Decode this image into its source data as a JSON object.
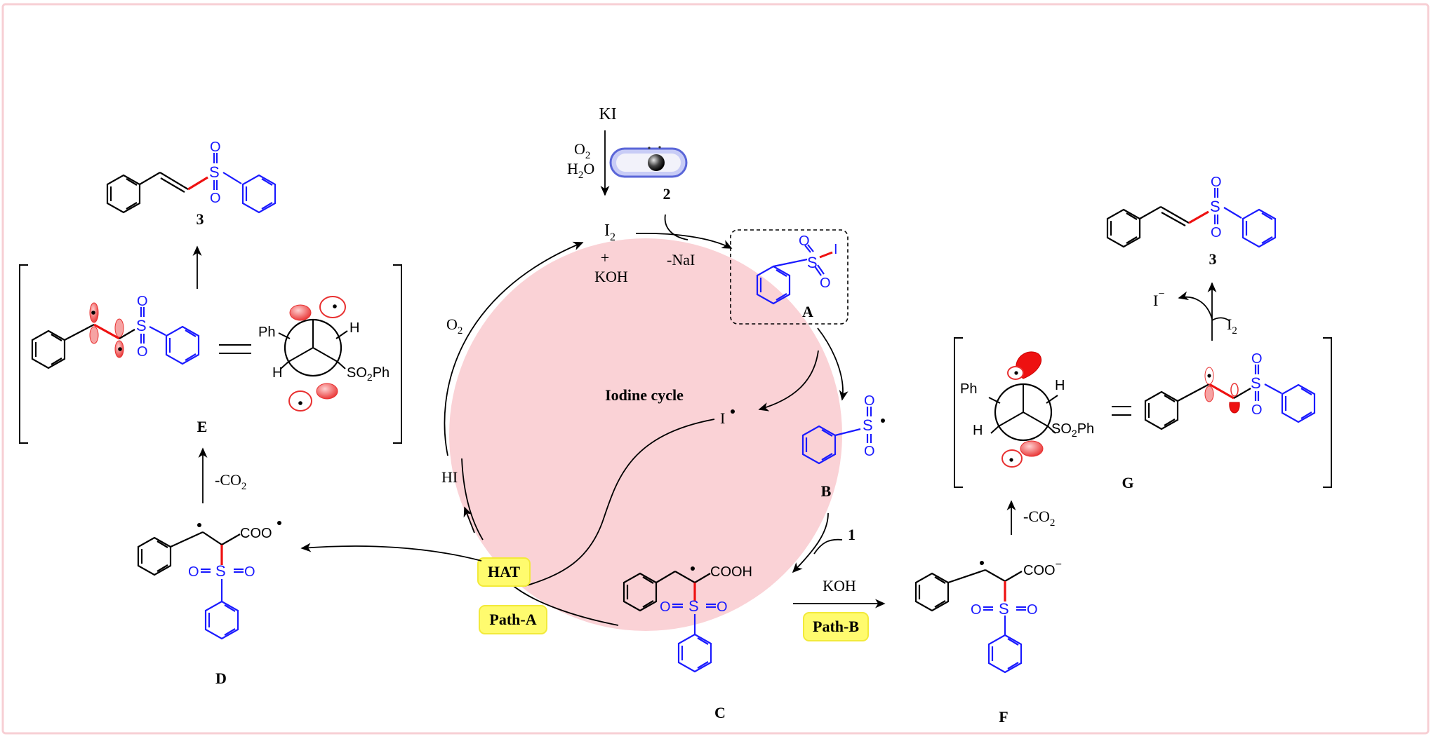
{
  "colors": {
    "frame": "#f7cfd4",
    "cycle_fill": "#fad2d6",
    "chain": "#000000",
    "sulfonyl_blue": "#1a1aff",
    "new_bond_red": "#ee1111",
    "orbital_red": "#ee2222",
    "highlight_yellow": "#fffb6e",
    "highlight_border": "#f2ea3a"
  },
  "icons": [
    "ball-mill-jar-icon",
    "benzene-ring-icon",
    "radical-dot-icon",
    "p-orbital-lobe-icon",
    "newman-projection-icon"
  ],
  "reagents": {
    "ki": "KI",
    "o2": "O",
    "o2_sub": "2",
    "h2o": "H",
    "h2o_sub": "2",
    "h2o_end": "O",
    "compound_2": "2",
    "i2": "I",
    "i2_sub": "2",
    "plus": "+",
    "koh": "KOH",
    "nai": "-NaI",
    "oxygen": "O",
    "oxygen_sub": "2",
    "hi": "HI",
    "i_radical": "I",
    "compound_1": "1",
    "koh_b": "KOH",
    "co2_left": "-CO",
    "co2_left_sub": "2",
    "co2_right": "-CO",
    "co2_right_sub": "2",
    "i_minus": "I",
    "i_minus_sup": "−",
    "i2_right": "I",
    "i2_right_sub": "2"
  },
  "cycle_label": "Iodine cycle",
  "badges": {
    "hat": "HAT",
    "path_a": "Path-A",
    "path_b": "Path-B"
  },
  "compounds": {
    "A": "A",
    "B": "B",
    "C": "C",
    "D": "D",
    "E": "E",
    "F": "F",
    "G": "G",
    "product_left": "3",
    "product_right": "3"
  },
  "atoms": {
    "S": "S",
    "O": "O",
    "I": "I",
    "cooh": "COOH",
    "coo": "COO",
    "coo_minus_sup": "−",
    "ph": "Ph",
    "h": "H",
    "so": "SO",
    "so_sub": "2",
    "so_end": "Ph"
  }
}
